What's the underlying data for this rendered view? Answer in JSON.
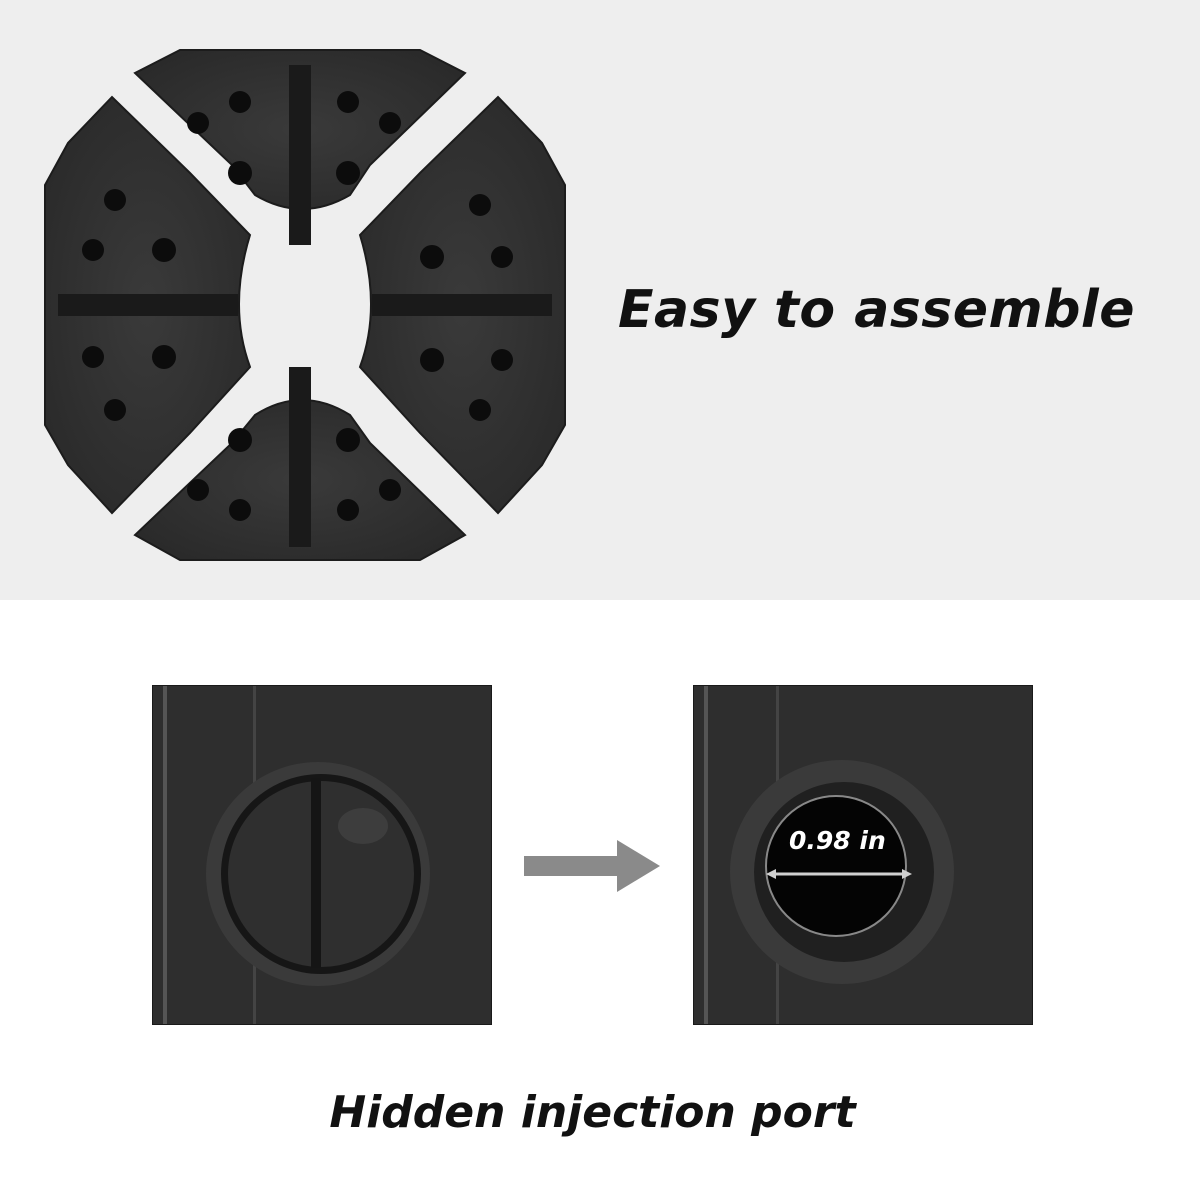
{
  "top_section": {
    "headline": "Easy to assemble",
    "background_color": "#eeeeee",
    "product": "octagonal-umbrella-base-4-pieces"
  },
  "bottom_section": {
    "caption": "Hidden injection port",
    "before_photo": "port-closed-with-cap",
    "after_photo": "port-open",
    "measurement_label": "0.98 in",
    "arrow_color": "#8a8a8a"
  }
}
